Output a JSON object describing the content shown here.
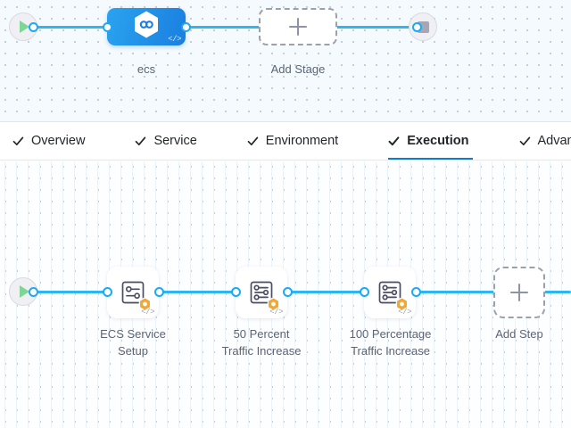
{
  "stage_canvas": {
    "name": "pipeline-stage-graph",
    "start_node": {
      "icon": "play-icon",
      "title": "Start"
    },
    "end_node": {
      "icon": "stop-icon",
      "title": "End"
    },
    "stage": {
      "label": "ecs",
      "icon": "hexagon-infinity-icon",
      "code_badge": "</>"
    },
    "add_stage": {
      "label": "Add Stage",
      "icon": "plus-icon"
    }
  },
  "tabs": {
    "items": [
      {
        "label": "Overview",
        "icon": "check-icon",
        "active": false
      },
      {
        "label": "Service",
        "icon": "check-icon",
        "active": false
      },
      {
        "label": "Environment",
        "icon": "check-icon",
        "active": false
      },
      {
        "label": "Execution",
        "icon": "check-icon",
        "active": true
      },
      {
        "label": "Advanced",
        "icon": "check-icon",
        "active": false
      }
    ],
    "active_label": "Execution",
    "active_underline_color": "#0b7dd6"
  },
  "step_canvas": {
    "name": "execution-step-graph",
    "start_node": {
      "icon": "play-icon",
      "title": "Start"
    },
    "steps": [
      {
        "label_line1": "ECS Service",
        "label_line2": "Setup",
        "icon": "sliders-settings-icon",
        "badge_icon": "orange-hexagon-icon",
        "code_badge": "</>"
      },
      {
        "label_line1": "50 Percent",
        "label_line2": "Traffic Increase",
        "icon": "sliders-settings-icon",
        "badge_icon": "orange-hexagon-icon",
        "code_badge": "</>"
      },
      {
        "label_line1": "100 Percentage",
        "label_line2": "Traffic Increase",
        "icon": "sliders-settings-icon",
        "badge_icon": "orange-hexagon-icon",
        "code_badge": "</>"
      }
    ],
    "add_step": {
      "label": "Add Step",
      "icon": "plus-icon"
    }
  },
  "colors": {
    "edge": "#2eb6f2",
    "port_ring": "#1fa8ef",
    "stage_node_blue": "#1a7fe0",
    "badge_orange": "#f0a830",
    "tab_active_blue": "#0b7dd6",
    "stage_canvas_bg": "#f4fafd",
    "step_canvas_bg": "#fdfeff",
    "label_text": "#5b6475"
  }
}
